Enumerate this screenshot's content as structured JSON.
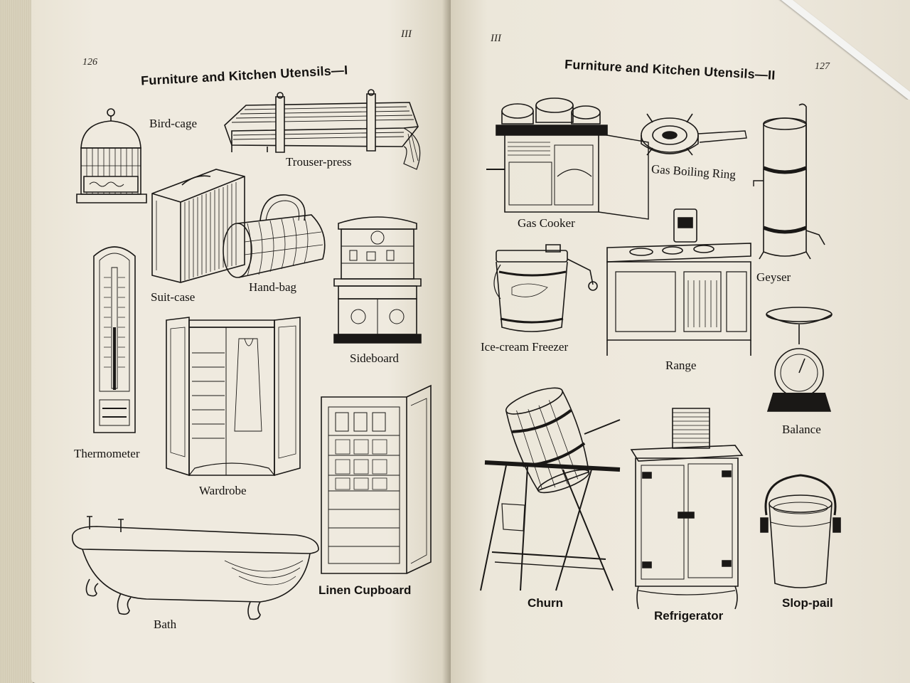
{
  "left_page": {
    "page_number": "126",
    "chapter": "III",
    "title": "Furniture and Kitchen Utensils—I",
    "items": [
      {
        "label": "Bird-cage"
      },
      {
        "label": "Trouser-press"
      },
      {
        "label": "Suit-case"
      },
      {
        "label": "Hand-bag"
      },
      {
        "label": "Thermometer"
      },
      {
        "label": "Sideboard"
      },
      {
        "label": "Wardrobe"
      },
      {
        "label": "Linen Cupboard"
      },
      {
        "label": "Bath"
      }
    ]
  },
  "right_page": {
    "page_number": "127",
    "chapter": "III",
    "title": "Furniture and Kitchen Utensils—II",
    "items": [
      {
        "label": "Gas Cooker"
      },
      {
        "label": "Gas Boiling Ring"
      },
      {
        "label": "Geyser"
      },
      {
        "label": "Ice-cream Freezer"
      },
      {
        "label": "Range"
      },
      {
        "label": "Balance"
      },
      {
        "label": "Churn"
      },
      {
        "label": "Refrigerator"
      },
      {
        "label": "Slop-pail"
      }
    ]
  },
  "colors": {
    "paper": "#efeade",
    "ink": "#141210",
    "background": "#6f6a60"
  }
}
